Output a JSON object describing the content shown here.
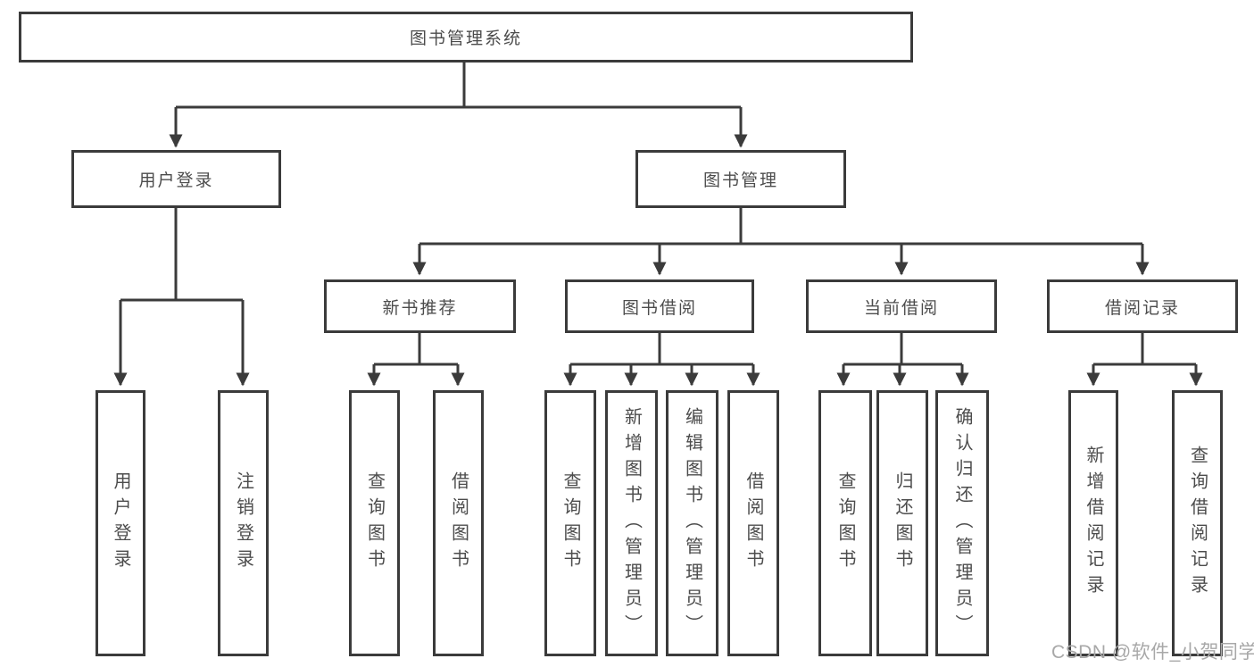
{
  "colors": {
    "line": "#3b3b3b",
    "text": "#4c4c4c",
    "watermark": "#a8a8a8",
    "background": "#ffffff"
  },
  "watermark": {
    "text": "CSDN @软件_小贺同学"
  },
  "tree": {
    "root": "图书管理系统",
    "branches": [
      {
        "label": "用户登录",
        "children": [
          "用户登录",
          "注销登录"
        ]
      },
      {
        "label": "图书管理",
        "groups": [
          {
            "label": "新书推荐",
            "children": [
              "查询图书",
              "借阅图书"
            ]
          },
          {
            "label": "图书借阅",
            "children": [
              "查询图书",
              "新增图书（管理员）",
              "编辑图书（管理员）",
              "借阅图书"
            ]
          },
          {
            "label": "当前借阅",
            "children": [
              "查询图书",
              "归还图书",
              "确认归还（管理员）"
            ]
          },
          {
            "label": "借阅记录",
            "children": [
              "新增借阅记录",
              "查询借阅记录"
            ]
          }
        ]
      }
    ]
  }
}
